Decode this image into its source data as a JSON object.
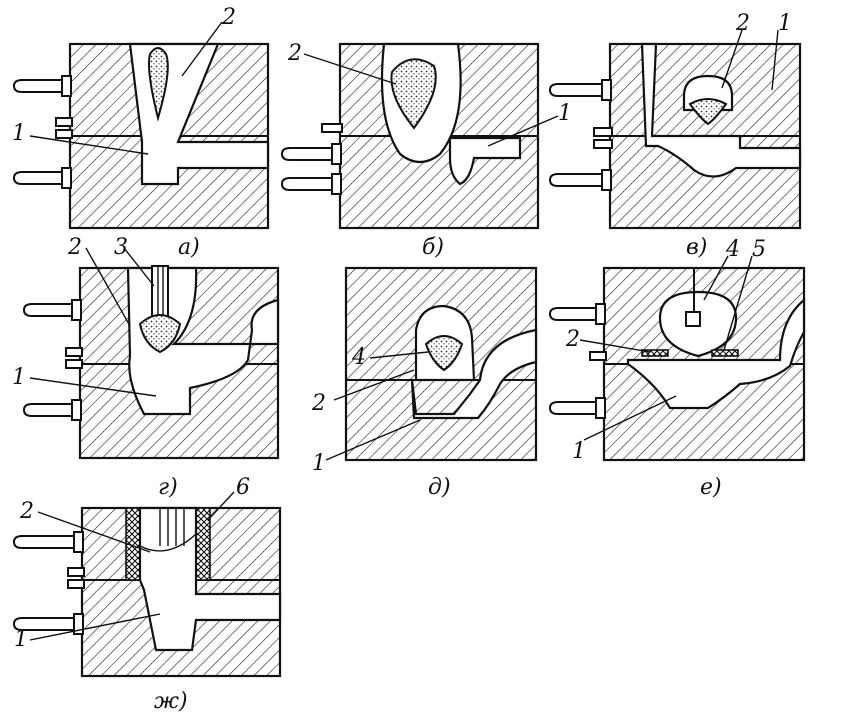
{
  "figure": {
    "panels": [
      {
        "caption": "а)",
        "labels": {
          "one": "1",
          "two": "2"
        }
      },
      {
        "caption": "б)",
        "labels": {
          "one": "1",
          "two": "2"
        }
      },
      {
        "caption": "в)",
        "labels": {
          "one": "1",
          "two": "2"
        }
      },
      {
        "caption": "г)",
        "labels": {
          "one": "1",
          "two": "2",
          "three": "3"
        }
      },
      {
        "caption": "д)",
        "labels": {
          "one": "1",
          "two": "2",
          "four": "4"
        }
      },
      {
        "caption": "е)",
        "labels": {
          "one": "1",
          "two": "2",
          "four": "4",
          "five": "5"
        }
      },
      {
        "caption": "ж)",
        "labels": {
          "one": "1",
          "two": "2",
          "six": "6"
        }
      }
    ]
  }
}
